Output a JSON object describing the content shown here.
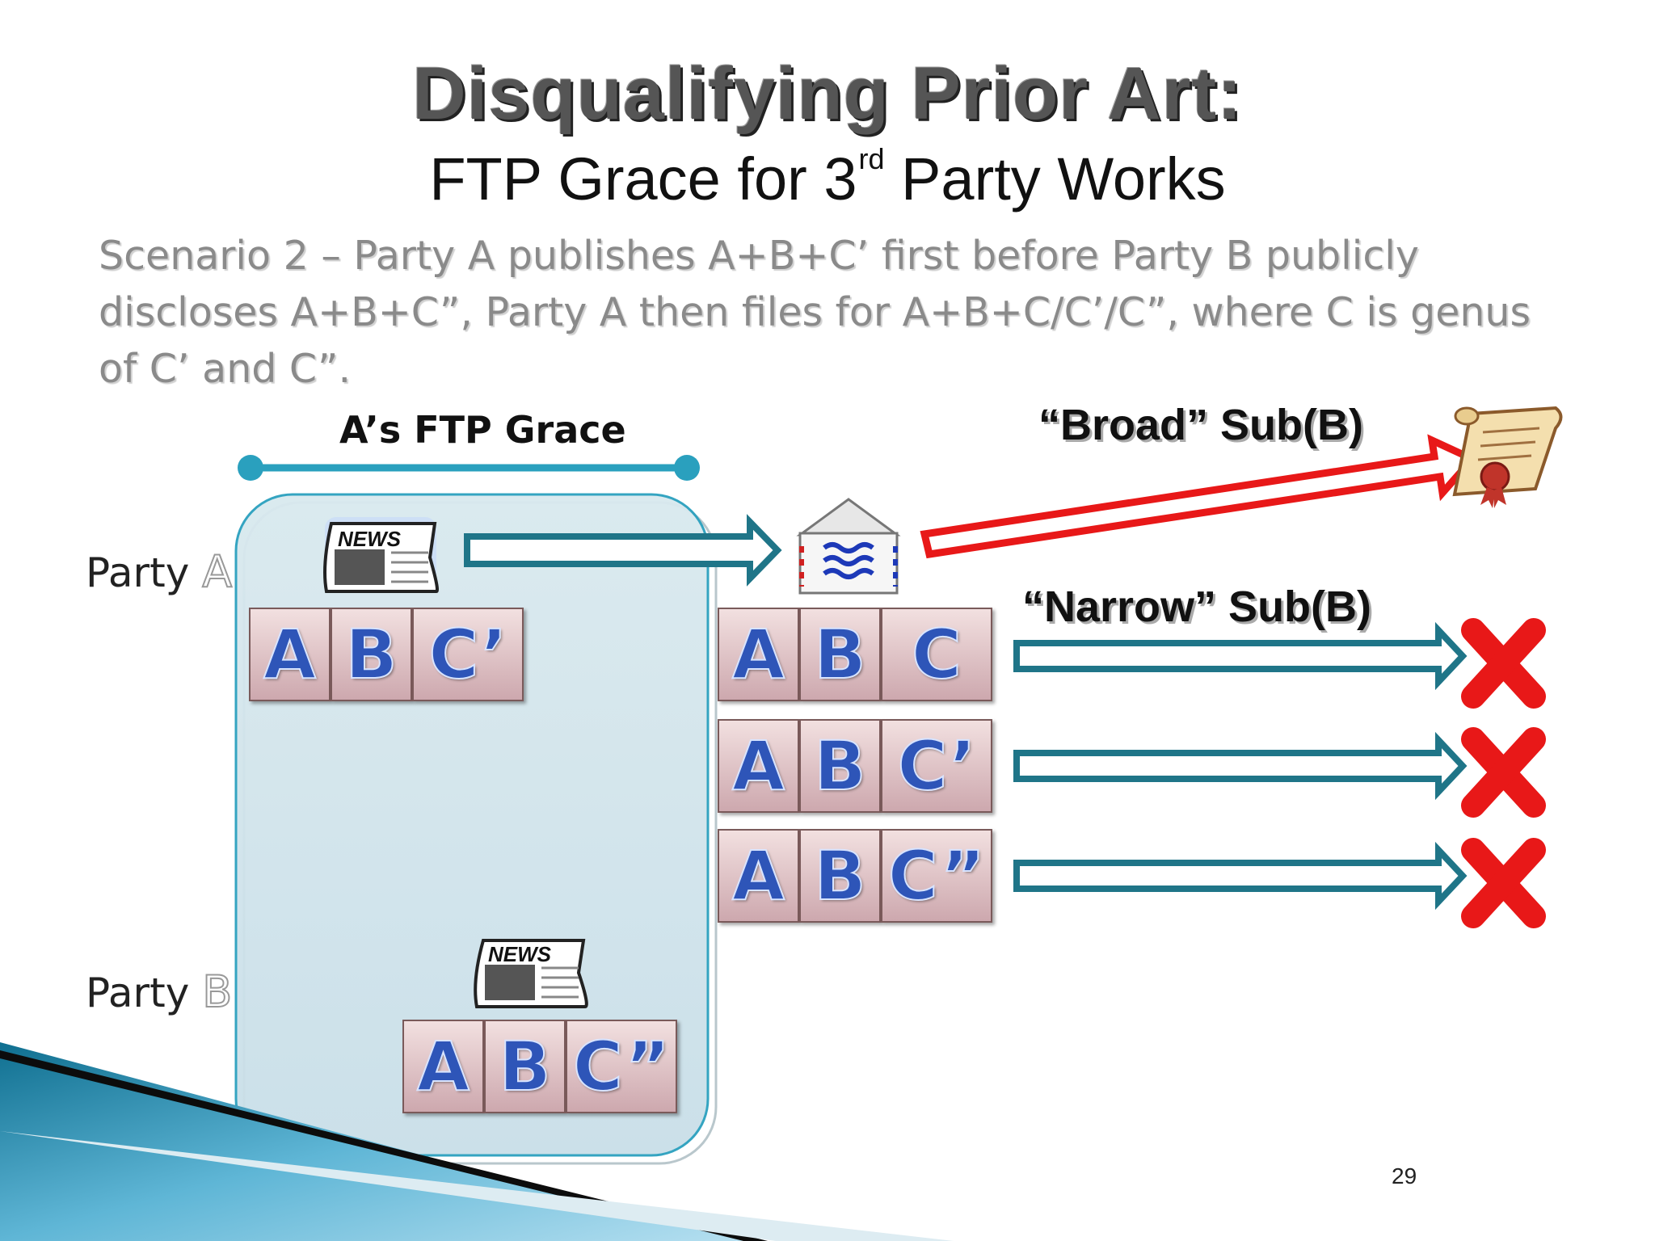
{
  "slide": {
    "title": "Disqualifying Prior Art:",
    "subtitle_pre": "FTP Grace for 3",
    "subtitle_sup": "rd",
    "subtitle_post": " Party Works",
    "scenario": "Scenario 2 – Party A publishes A+B+C’ first before Party B publicly discloses A+B+C”, Party A then files for A+B+C/C’/C”, where C is genus of C’ and C”.",
    "page_number": "29"
  },
  "diagram": {
    "grace_label": "A’s FTP Grace",
    "party_a_prefix": "Party ",
    "party_a_letter": "A",
    "party_b_prefix": "Party ",
    "party_b_letter": "B",
    "broad_label": "“Broad” Sub(B)",
    "narrow_label": "“Narrow” Sub(B)",
    "news_text": "NEWS",
    "blocks": {
      "party_a": [
        "A",
        "B",
        "C’"
      ],
      "party_b": [
        "A",
        "B",
        "C”"
      ],
      "claim_1": [
        "A",
        "B",
        "C"
      ],
      "claim_2": [
        "A",
        "B",
        "C’"
      ],
      "claim_3": [
        "A",
        "B",
        "C”"
      ]
    },
    "icons": [
      "newspaper-icon",
      "envelope-icon",
      "scroll-certificate-icon",
      "red-x-icon"
    ],
    "colors": {
      "teal": "#1f7588",
      "red": "#e81818",
      "grace": "#2aa0be"
    }
  }
}
